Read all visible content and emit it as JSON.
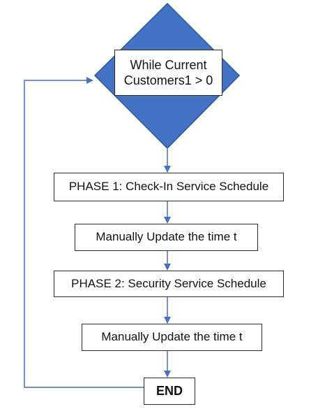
{
  "flowchart": {
    "decision": {
      "label": "While Current\nCustomers1 > 0",
      "shape_color": "#4472C4",
      "shape_border_color": "#2F5597"
    },
    "steps": [
      {
        "label": "PHASE 1: Check-In Service Schedule"
      },
      {
        "label": "Manually Update the time t"
      },
      {
        "label": "PHASE 2: Security Service Schedule"
      },
      {
        "label": "Manually Update the time t"
      }
    ],
    "end": {
      "label": "END"
    },
    "connector_color": "#4472C4"
  }
}
